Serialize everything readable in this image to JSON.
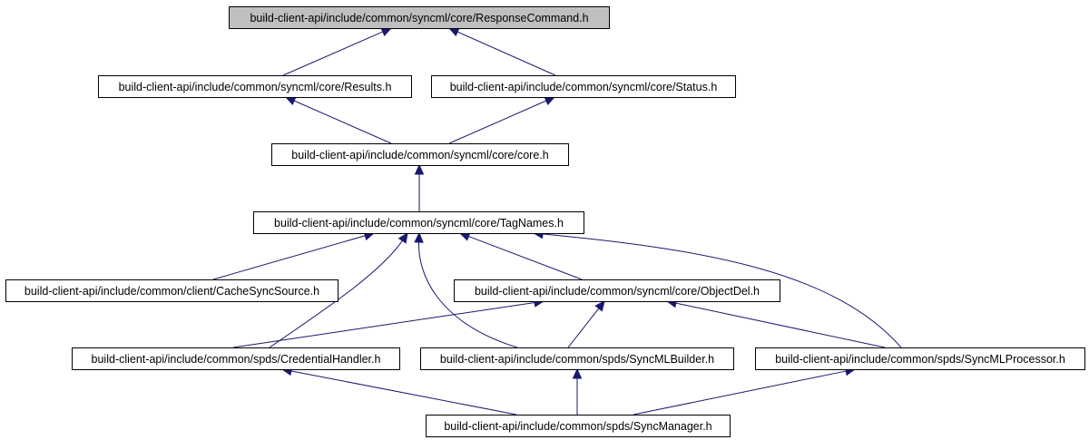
{
  "graph": {
    "nodes": [
      {
        "id": "response_command",
        "label": "build-client-api/include/common/syncml/core/ResponseCommand.h",
        "root": true
      },
      {
        "id": "results",
        "label": "build-client-api/include/common/syncml/core/Results.h"
      },
      {
        "id": "status",
        "label": "build-client-api/include/common/syncml/core/Status.h"
      },
      {
        "id": "core",
        "label": "build-client-api/include/common/syncml/core/core.h"
      },
      {
        "id": "tag_names",
        "label": "build-client-api/include/common/syncml/core/TagNames.h"
      },
      {
        "id": "cache_sync_source",
        "label": "build-client-api/include/common/client/CacheSyncSource.h"
      },
      {
        "id": "object_del",
        "label": "build-client-api/include/common/syncml/core/ObjectDel.h"
      },
      {
        "id": "credential_handler",
        "label": "build-client-api/include/common/spds/CredentialHandler.h"
      },
      {
        "id": "syncml_builder",
        "label": "build-client-api/include/common/spds/SyncMLBuilder.h"
      },
      {
        "id": "syncml_processor",
        "label": "build-client-api/include/common/spds/SyncMLProcessor.h"
      },
      {
        "id": "sync_manager",
        "label": "build-client-api/include/common/spds/SyncManager.h"
      }
    ],
    "edges": [
      {
        "from": "results",
        "to": "response_command"
      },
      {
        "from": "status",
        "to": "response_command"
      },
      {
        "from": "core",
        "to": "results"
      },
      {
        "from": "core",
        "to": "status"
      },
      {
        "from": "tag_names",
        "to": "core"
      },
      {
        "from": "cache_sync_source",
        "to": "tag_names"
      },
      {
        "from": "object_del",
        "to": "tag_names"
      },
      {
        "from": "credential_handler",
        "to": "tag_names"
      },
      {
        "from": "syncml_builder",
        "to": "tag_names"
      },
      {
        "from": "syncml_processor",
        "to": "tag_names"
      },
      {
        "from": "credential_handler",
        "to": "object_del"
      },
      {
        "from": "syncml_builder",
        "to": "object_del"
      },
      {
        "from": "syncml_processor",
        "to": "object_del"
      },
      {
        "from": "sync_manager",
        "to": "credential_handler"
      },
      {
        "from": "sync_manager",
        "to": "syncml_builder"
      },
      {
        "from": "sync_manager",
        "to": "syncml_processor"
      }
    ]
  }
}
